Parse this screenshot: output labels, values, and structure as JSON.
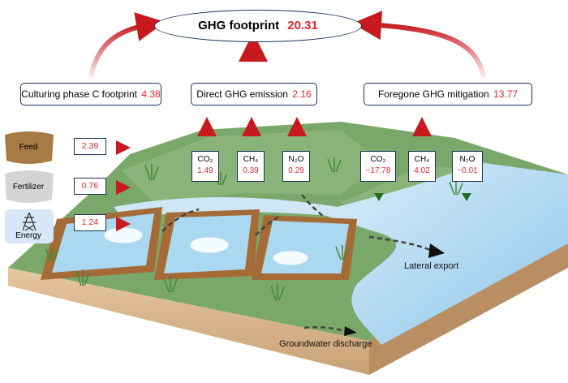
{
  "title": {
    "label": "GHG footprint",
    "value": "20.31"
  },
  "components": [
    {
      "label": "Culturing phase C footprint",
      "value": "4.38"
    },
    {
      "label": "Direct GHG emission",
      "value": "2.16"
    },
    {
      "label": "Foregone GHG mitigation",
      "value": "13.77"
    }
  ],
  "direct_gases": [
    {
      "gas": "CO₂",
      "value": "1.49"
    },
    {
      "gas": "CH₄",
      "value": "0.39"
    },
    {
      "gas": "N₂O",
      "value": "0.29"
    }
  ],
  "foregone_gases": [
    {
      "gas": "CO₂",
      "value": "−17.78"
    },
    {
      "gas": "CH₄",
      "value": "4.02"
    },
    {
      "gas": "N₂O",
      "value": "−0.01"
    }
  ],
  "inputs": [
    {
      "label": "Feed",
      "value": "2.39",
      "icon": "feed-bag-icon"
    },
    {
      "label": "Fertilizer",
      "value": "0.76",
      "icon": "fertilizer-bag-icon"
    },
    {
      "label": "Energy",
      "value": "1.24",
      "icon": "power-tower-icon"
    }
  ],
  "flows": {
    "lateral_export": "Lateral export",
    "groundwater_discharge": "Groundwater discharge"
  },
  "colors": {
    "emission_arrow": "#c8191e",
    "sink_arrow": "#2f8a2f",
    "water": "#a9d8f0",
    "pond_soil": "#a66a37",
    "grass": "#6f9f5d",
    "soil": "#d8b48d",
    "box_border": "#1a3355",
    "value_text": "#e8252a"
  }
}
